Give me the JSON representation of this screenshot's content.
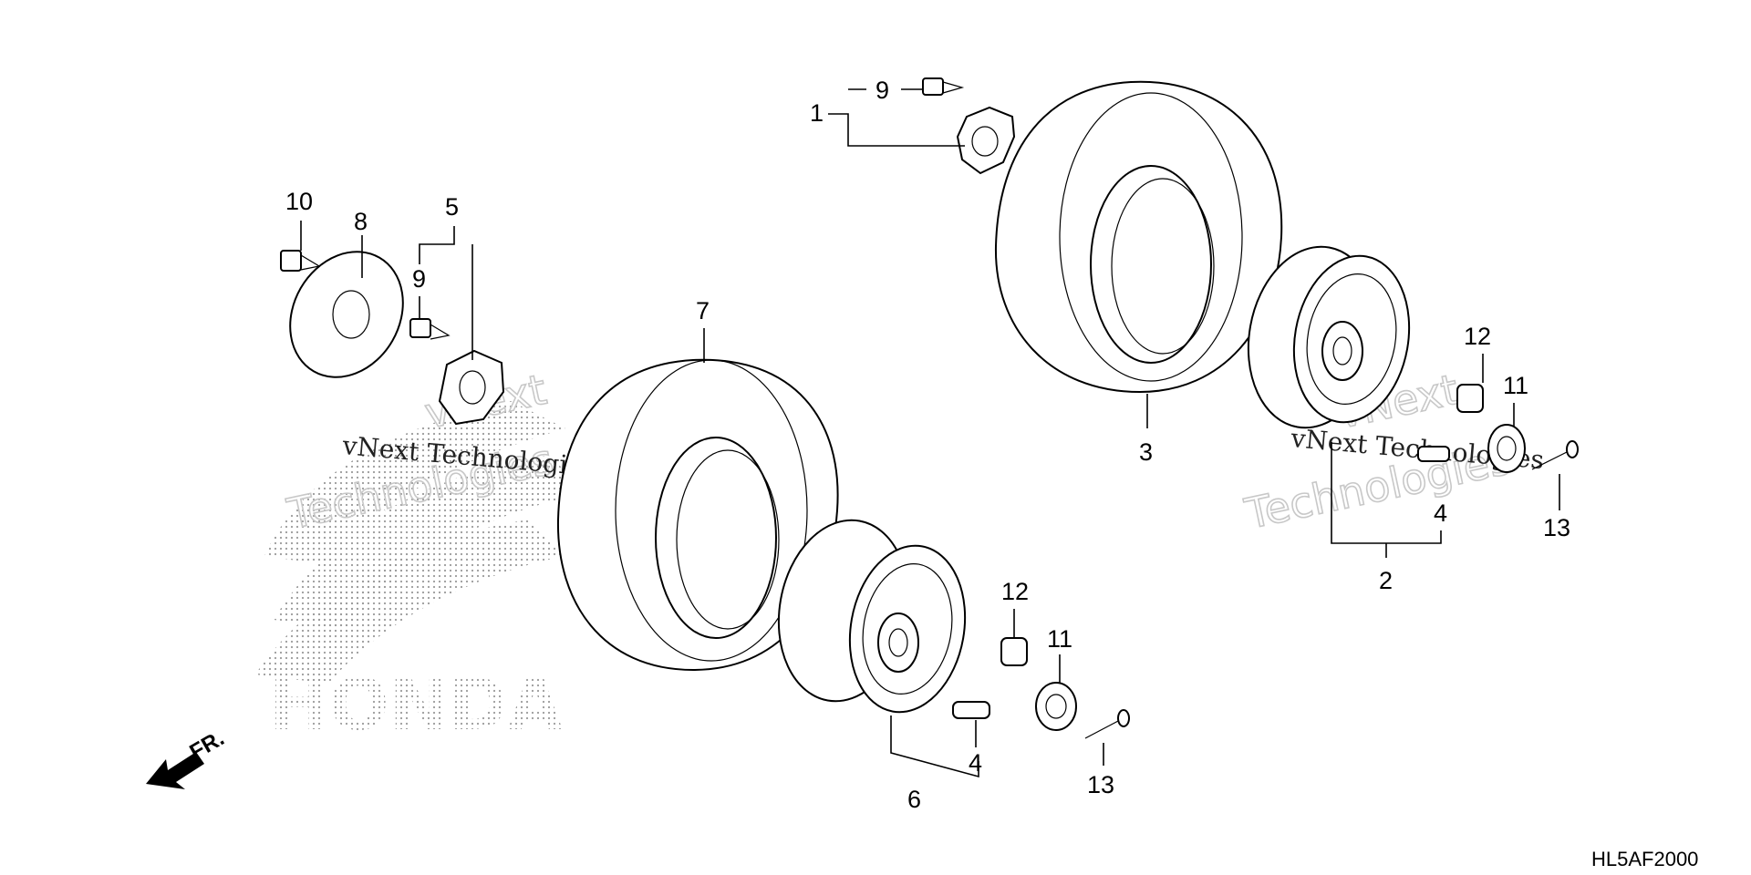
{
  "diagram": {
    "callouts": {
      "c1": "1",
      "c9a": "9",
      "c10": "10",
      "c8": "8",
      "c5": "5",
      "c9b": "9",
      "c7": "7",
      "c3": "3",
      "c12a": "12",
      "c11a": "11",
      "c4a": "4",
      "c2": "2",
      "c13a": "13",
      "c12b": "12",
      "c11b": "11",
      "c6": "6",
      "c4b": "4",
      "c13b": "13"
    },
    "direction_label": "FR.",
    "figure_code": "HL5AF2000",
    "watermarks": {
      "company_a": "vNext Technologies",
      "company_b": "vNext Technologies",
      "outline_a1": "vNext",
      "outline_a2": "Technologies",
      "outline_b1": "vNext",
      "outline_b2": "Technologies",
      "brand": "HONDA"
    },
    "colors": {
      "line": "#000000",
      "watermark": "#c8c8c8",
      "background": "#ffffff"
    }
  }
}
